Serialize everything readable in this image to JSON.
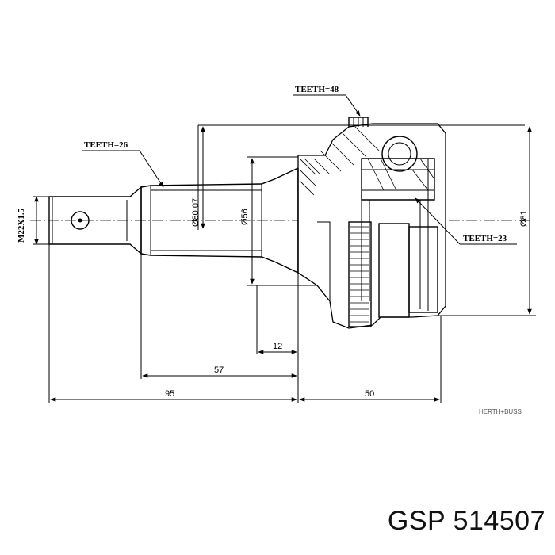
{
  "labels": {
    "teeth_outer": "TEETH=48",
    "teeth_shaft": "TEETH=26",
    "teeth_inner": "TEETH=23",
    "thread": "M22X1.5",
    "dia_80": "Ø80.07",
    "dia_56": "Ø56",
    "dia_81": "Ø81",
    "len_12": "12",
    "len_57": "57",
    "len_95": "95",
    "len_50": "50"
  },
  "brand_mark": "HERTH+BUSS",
  "caption": "GSP 514507"
}
